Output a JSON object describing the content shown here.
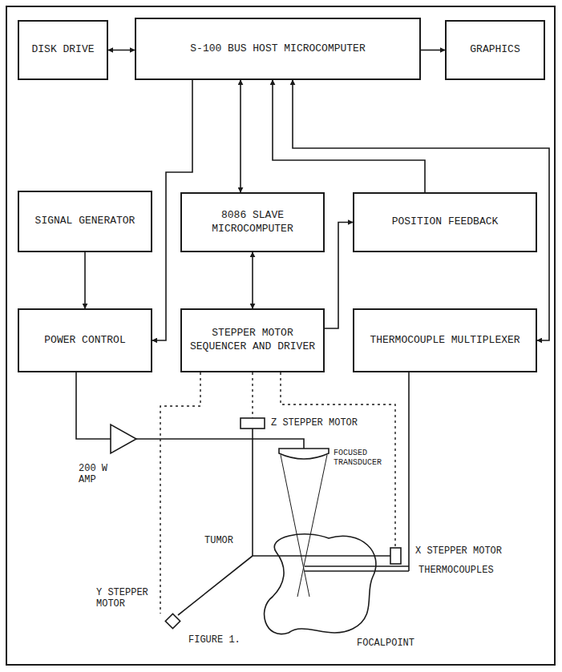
{
  "diagram": {
    "caption": "FIGURE 1.",
    "nodes": [
      {
        "text": [
          "DISK DRIVE"
        ]
      },
      {
        "text": [
          "S-100 BUS HOST MICROCOMPUTER"
        ]
      },
      {
        "text": [
          "GRAPHICS"
        ]
      },
      {
        "text": [
          "SIGNAL GENERATOR"
        ]
      },
      {
        "text": [
          "8086 SLAVE MICROCOMPUTER"
        ]
      },
      {
        "text": [
          "POSITION FEEDBACK"
        ]
      },
      {
        "text": [
          "POWER CONTROL"
        ]
      },
      {
        "text": [
          "STEPPER MOTOR SEQUENCER AND DRIVER"
        ]
      },
      {
        "text": [
          "THERMOCOUPLE MULTIPLEXER"
        ]
      }
    ],
    "edges": [
      {
        "from": 0,
        "to": 1,
        "arrow": "both"
      },
      {
        "from": 1,
        "to": 2,
        "arrow": "to"
      },
      {
        "from": 1,
        "to": 4,
        "arrow": "both"
      },
      {
        "from": 1,
        "to": 6,
        "arrow": "to"
      },
      {
        "from": 5,
        "to": 1,
        "arrow": "to"
      },
      {
        "from": 1,
        "to": 8,
        "arrow": "both"
      },
      {
        "from": 3,
        "to": 6,
        "arrow": "to"
      },
      {
        "from": 4,
        "to": 7,
        "arrow": "both"
      },
      {
        "from": 7,
        "to": 5,
        "arrow": "to"
      }
    ],
    "labels": [
      "200 W AMP",
      "Z STEPPER MOTOR",
      "FOCUSED TRANSDUCER",
      "X STEPPER MOTOR",
      "TUMOR",
      "THERMOCOUPLES",
      "Y STEPPER MOTOR",
      "FOCALPOINT"
    ]
  }
}
